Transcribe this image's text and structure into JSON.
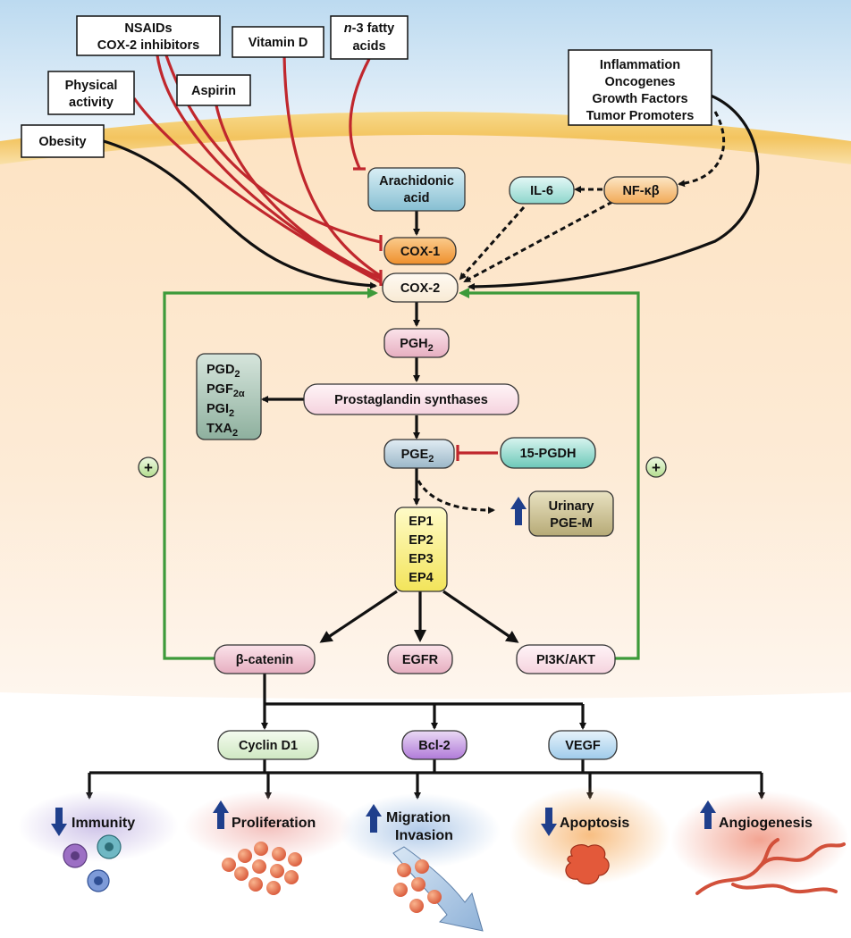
{
  "regulators": {
    "nsaids": [
      "NSAIDs",
      "COX-2 inhibitors"
    ],
    "vitamin_d": "Vitamin D",
    "n3": {
      "italic": "n",
      "rest": "-3 fatty",
      "line2": "acids"
    },
    "physical": [
      "Physical",
      "activity"
    ],
    "aspirin": "Aspirin",
    "obesity": "Obesity",
    "inflammation": [
      "Inflammation",
      "Oncogenes",
      "Growth Factors",
      "Tumor Promoters"
    ]
  },
  "nodes": {
    "arachidonic": [
      "Arachidonic",
      "acid"
    ],
    "il6": "IL-6",
    "nfkb": "NF-κβ",
    "cox1": "COX-1",
    "cox2": "COX-2",
    "pgh2": {
      "base": "PGH",
      "sub": "2"
    },
    "prostanoids": [
      {
        "base": "PGD",
        "sub": "2"
      },
      {
        "base": "PGF",
        "sub": "2α"
      },
      {
        "base": "PGI",
        "sub": "2"
      },
      {
        "base": "TXA",
        "sub": "2"
      }
    ],
    "synthases": "Prostaglandin synthases",
    "pge2": {
      "base": "PGE",
      "sub": "2"
    },
    "pgdh": "15-PGDH",
    "urinary": [
      "Urinary",
      "PGE-M"
    ],
    "receptors": [
      "EP1",
      "EP2",
      "EP3",
      "EP4"
    ],
    "beta_catenin": "β-catenin",
    "egfr": "EGFR",
    "pi3k": "PI3K/AKT",
    "cyclin": "Cyclin D1",
    "bcl2": "Bcl-2",
    "vegf": "VEGF",
    "plus": "+"
  },
  "outcomes": {
    "immunity": "Immunity",
    "proliferation": "Proliferation",
    "migration": [
      "Migration",
      "Invasion"
    ],
    "apoptosis": "Apoptosis",
    "angiogenesis": "Angiogenesis"
  },
  "colors": {
    "inhibit": "#c0272d",
    "activate": "#111111",
    "feedback": "#3d9a3a",
    "up_arrow": "#1f3f8c",
    "down_arrow": "#1f3f8c"
  }
}
